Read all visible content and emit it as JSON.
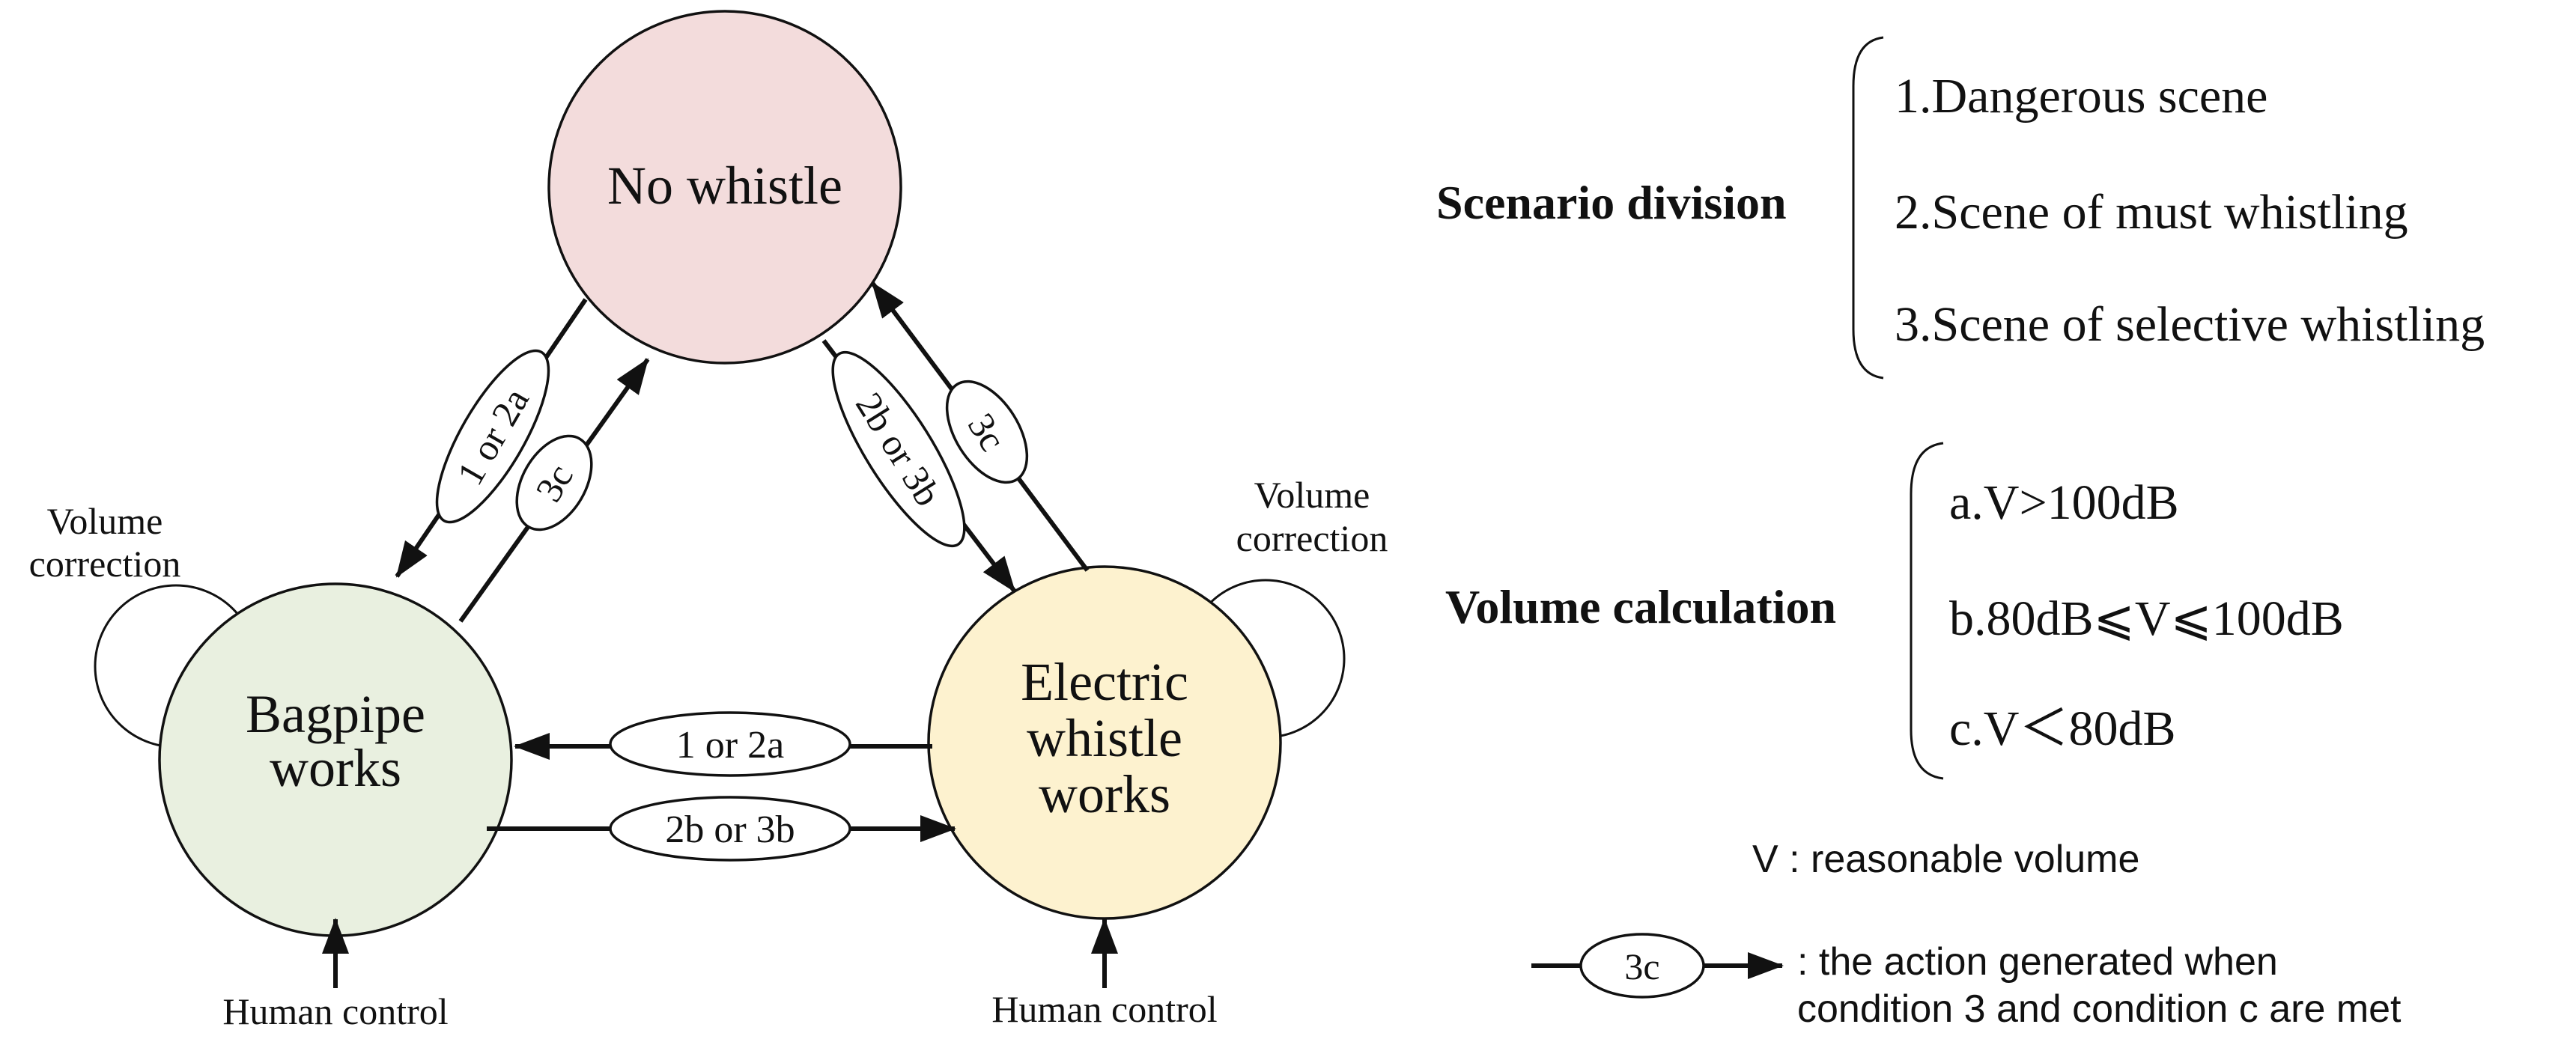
{
  "nodes": {
    "no_whistle": {
      "label": "No whistle",
      "color": "#f3dcdc"
    },
    "bagpipe": {
      "line1": "Bagpipe",
      "line2": "works",
      "color": "#e9f0e0"
    },
    "electric": {
      "line1": "Electric",
      "line2": "whistle",
      "line3": "works",
      "color": "#fdf2cf"
    }
  },
  "edges": {
    "top_to_bagpipe": "1 or 2a",
    "bagpipe_to_top": "3c",
    "top_to_electric": "2b or 3b",
    "electric_to_top": "3c",
    "electric_to_bagpipe": "1 or 2a",
    "bagpipe_to_electric": "2b or 3b"
  },
  "self_loops": {
    "bagpipe": {
      "line1": "Volume",
      "line2": "correction"
    },
    "electric": {
      "line1": "Volume",
      "line2": "correction"
    }
  },
  "inputs": {
    "bagpipe": "Human control",
    "electric": "Human control"
  },
  "scenario": {
    "title": "Scenario division",
    "items": [
      "1.Dangerous scene",
      "2.Scene of must whistling",
      "3.Scene of selective whistling"
    ]
  },
  "volume": {
    "title": "Volume calculation",
    "items": [
      "a.V>100dB",
      "b.80dB⩽V⩽100dB",
      "c.V＜80dB"
    ]
  },
  "legend": {
    "v_note": "V : reasonable volume",
    "example_label": "3c",
    "desc_line1": ": the action generated when",
    "desc_line2": "condition 3 and condition c are met"
  }
}
